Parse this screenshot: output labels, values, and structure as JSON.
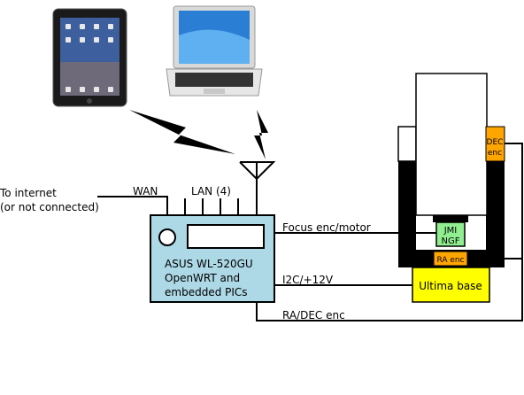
{
  "devices": {
    "tablet": {
      "icon": "tablet-icon"
    },
    "laptop": {
      "icon": "laptop-icon"
    }
  },
  "labels": {
    "internet_line1": "To internet",
    "internet_line2": "(or not connected)",
    "wan": "WAN",
    "lan": "LAN (4)",
    "focus": "Focus enc/motor",
    "i2c": "I2C/+12V",
    "radec": "RA/DEC enc"
  },
  "router": {
    "line1": "ASUS WL-520GU",
    "line2": "OpenWRT and",
    "line3": "embedded PICs"
  },
  "telescope": {
    "dec_line1": "DEC",
    "dec_line2": "enc",
    "jmi_line1": "JMI",
    "jmi_line2": "NGF",
    "ra": "RA enc",
    "base": "Ultima base"
  },
  "colors": {
    "router_fill": "#add8e6",
    "encoder_orange": "#ffa500",
    "focuser_green": "#90ee90",
    "base_yellow": "#ffff00",
    "fork_black": "#000000"
  }
}
